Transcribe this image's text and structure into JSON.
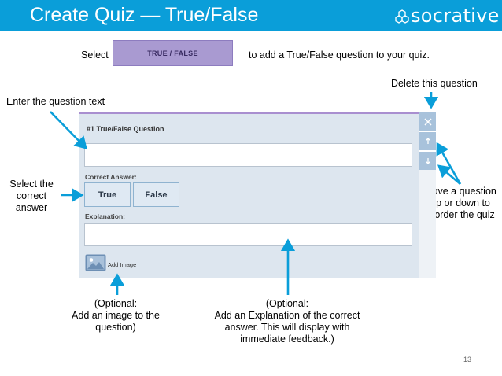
{
  "header": {
    "title": "Create Quiz — True/False",
    "logo_text": "socrative"
  },
  "instruction": {
    "prefix": "Select",
    "button_label": "TRUE / FALSE",
    "suffix": "to add a True/False question to your quiz."
  },
  "question": {
    "title": "#1  True/False Question",
    "text_value": "",
    "correct_answer_label": "Correct Answer:",
    "answers": [
      "True",
      "False"
    ],
    "explanation_label": "Explanation:",
    "explanation_value": "",
    "add_image_label": "Add Image"
  },
  "controls": {
    "delete_icon": "close-icon",
    "move_up_icon": "arrow-up-icon",
    "move_down_icon": "arrow-down-icon"
  },
  "callouts": {
    "delete": "Delete this question",
    "question_text": "Enter the question text",
    "select_answer": "Select the correct answer",
    "move": "Move a question up or down to reorder the quiz",
    "optional_image": "(Optional:\nAdd an image to the question)",
    "optional_explanation": "(Optional:\nAdd an Explanation of the correct answer. This will display with immediate feedback.)"
  },
  "page_number": "13",
  "colors": {
    "header": "#0a9ed9",
    "arrow": "#0a9ed9",
    "button": "#a99ad1",
    "panel": "#dde6ef",
    "side_buttons": "#a8c2db"
  }
}
